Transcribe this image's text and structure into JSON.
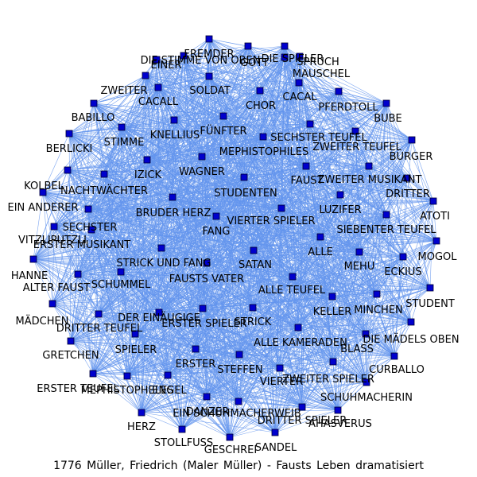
{
  "caption": "1776 Müller, Friedrich (Maler Müller) - Fausts Leben dramatisiert",
  "colors": {
    "edge": "#6495ed",
    "node": "#0000cd"
  },
  "nodes": [
    "FREMDER",
    "EINER",
    "DIE STIMME VON OBEN",
    "GOTT",
    "DIE SPIELER",
    "SPRUCH",
    "MAUSCHEL",
    "ZWEITER",
    "CACALL",
    "SOLDAT",
    "CHOR",
    "CACAL",
    "PFERDTOLL",
    "BABILLO",
    "BUBE",
    "STIMME",
    "KNELLIUS",
    "FÜNFTER",
    "SECHSTER TEUFEL",
    "BERLICKI",
    "MEPHISTOPHILES",
    "ZWEITER TEUFEL",
    "BURGER",
    "IZICK",
    "WAGNER",
    "FAUST",
    "ZWEITER MUSIKANT",
    "KOLBEL",
    "NACHTWÄCHTER",
    "STUDENTEN",
    "DRITTER",
    "EIN ANDERER",
    "BRUDER HERZ",
    "LUZIFER",
    "ATOTI",
    "VIERTER SPIELER",
    "SECHSTER",
    "FANG",
    "SIEBENTER TEUFEL",
    "VITZLIPUTZLI",
    "ERSTER MUSIKANT",
    "ALLE",
    "MOGOL",
    "STRICK UND FANG",
    "HANNE",
    "SATAN",
    "MEHU",
    "ECKIUS",
    "FAUSTS VATER",
    "ALTER FAUST",
    "SCHUMMEL",
    "ALLE TEUFEL",
    "STUDENT",
    "KELLER",
    "MINCHEN",
    "MÄDCHEN",
    "DER EINÄUGIGE",
    "ERSTER SPIELER",
    "DRITTER TEUFEL",
    "STRICK",
    "DIE MÄDELS OBEN",
    "ALLE KAMERADEN",
    "GRETCHEN",
    "SPIELER",
    "BLASS",
    "ERSTER",
    "STEFFEN",
    "CURBALLO",
    "ZWEITER SPIELER",
    "VIERTER",
    "ERSTER TEUFEL",
    "MEPHISTOPHELES",
    "ENGEL",
    "SCHUHMACHERIN",
    "DANZER",
    "EIN SCHUHMACHERWEIB",
    "DRITTER SPIELER",
    "AHASVERUS",
    "HERZ",
    "STOLLFUSS",
    "GESCHREI",
    "SANDEL"
  ]
}
